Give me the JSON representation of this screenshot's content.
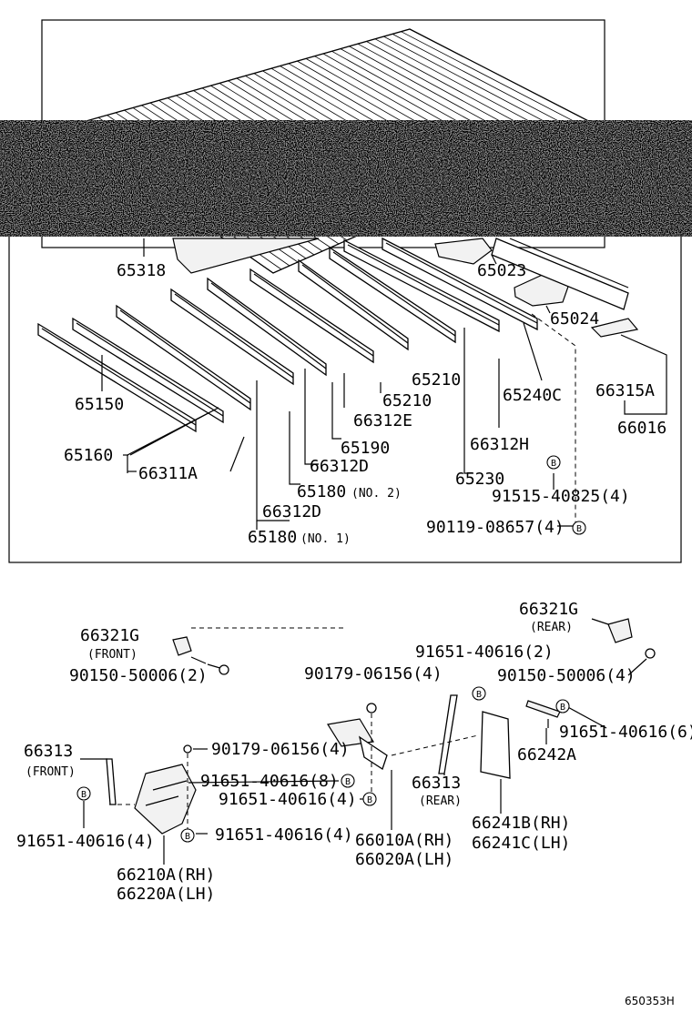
{
  "diagram": {
    "code": "650353H",
    "callouts": [
      {
        "id": "65318",
        "text": "65318"
      },
      {
        "id": "65023",
        "text": "65023"
      },
      {
        "id": "65024",
        "text": "65024"
      },
      {
        "id": "65150",
        "text": "65150"
      },
      {
        "id": "65160",
        "text": "65160"
      },
      {
        "id": "66311A",
        "text": "66311A"
      },
      {
        "id": "66312D_a",
        "text": "66312D"
      },
      {
        "id": "66312D_b",
        "text": "66312D"
      },
      {
        "id": "66312E",
        "text": "66312E"
      },
      {
        "id": "66312H",
        "text": "66312H"
      },
      {
        "id": "65180_1",
        "text": "65180",
        "note": "(NO. 1)"
      },
      {
        "id": "65180_2",
        "text": "65180",
        "note": "(NO. 2)"
      },
      {
        "id": "65190",
        "text": "65190"
      },
      {
        "id": "65210_a",
        "text": "65210"
      },
      {
        "id": "65210_b",
        "text": "65210"
      },
      {
        "id": "65230",
        "text": "65230"
      },
      {
        "id": "65240C",
        "text": "65240C"
      },
      {
        "id": "66315A",
        "text": "66315A"
      },
      {
        "id": "66016",
        "text": "66016"
      },
      {
        "id": "91515",
        "text": "91515-40825(4)"
      },
      {
        "id": "90119",
        "text": "90119-08657(4)"
      },
      {
        "id": "66321G_front",
        "text": "66321G",
        "note": "(FRONT)"
      },
      {
        "id": "66321G_rear",
        "text": "66321G",
        "note": "(REAR)"
      },
      {
        "id": "90150_front",
        "text": "90150-50006(2)"
      },
      {
        "id": "90150_rear",
        "text": "90150-50006(4)"
      },
      {
        "id": "91651_2",
        "text": "91651-40616(2)"
      },
      {
        "id": "90179_4a",
        "text": "90179-06156(4)"
      },
      {
        "id": "90179_4b",
        "text": "90179-06156(4)"
      },
      {
        "id": "91651_6",
        "text": "91651-40616(6)"
      },
      {
        "id": "66242A",
        "text": "66242A"
      },
      {
        "id": "66313_front",
        "text": "66313",
        "note": "(FRONT)"
      },
      {
        "id": "66313_rear",
        "text": "66313",
        "note": "(REAR)"
      },
      {
        "id": "91651_8",
        "text": "91651-40616(8)"
      },
      {
        "id": "91651_4a",
        "text": "91651-40616(4)"
      },
      {
        "id": "91651_4b",
        "text": "91651-40616(4)"
      },
      {
        "id": "91651_4c",
        "text": "91651-40616(4)"
      },
      {
        "id": "66241B",
        "text": "66241B(RH)"
      },
      {
        "id": "66241C",
        "text": "66241C(LH)"
      },
      {
        "id": "66010A",
        "text": "66010A(RH)"
      },
      {
        "id": "66020A",
        "text": "66020A(LH)"
      },
      {
        "id": "66210A",
        "text": "66210A(RH)"
      },
      {
        "id": "66220A",
        "text": "66220A(LH)"
      }
    ],
    "bolt_marker": "B"
  }
}
